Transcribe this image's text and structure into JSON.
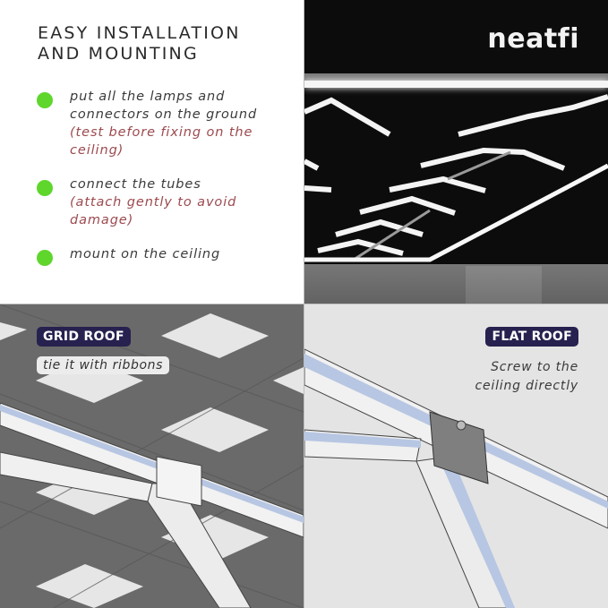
{
  "installation": {
    "title_line1": "EASY INSTALLATION",
    "title_line2": "AND MOUNTING",
    "bullet_color": "#5fd62c",
    "note_color": "#9c4a4f",
    "steps": [
      {
        "text": "put all the lamps and connectors on the ground",
        "note": "(test before fixing on the ceiling)"
      },
      {
        "text": "connect the tubes",
        "note": "(attach gently to avoid damage)"
      },
      {
        "text": "mount on the ceiling",
        "note": ""
      }
    ]
  },
  "brand": {
    "logo": "neatfi"
  },
  "grid_roof": {
    "badge": "GRID ROOF",
    "description": "tie it with ribbons",
    "badge_color": "#27214f"
  },
  "flat_roof": {
    "badge": "FLAT ROOF",
    "description_line1": "Screw to the",
    "description_line2": "ceiling directly",
    "badge_color": "#27214f"
  }
}
